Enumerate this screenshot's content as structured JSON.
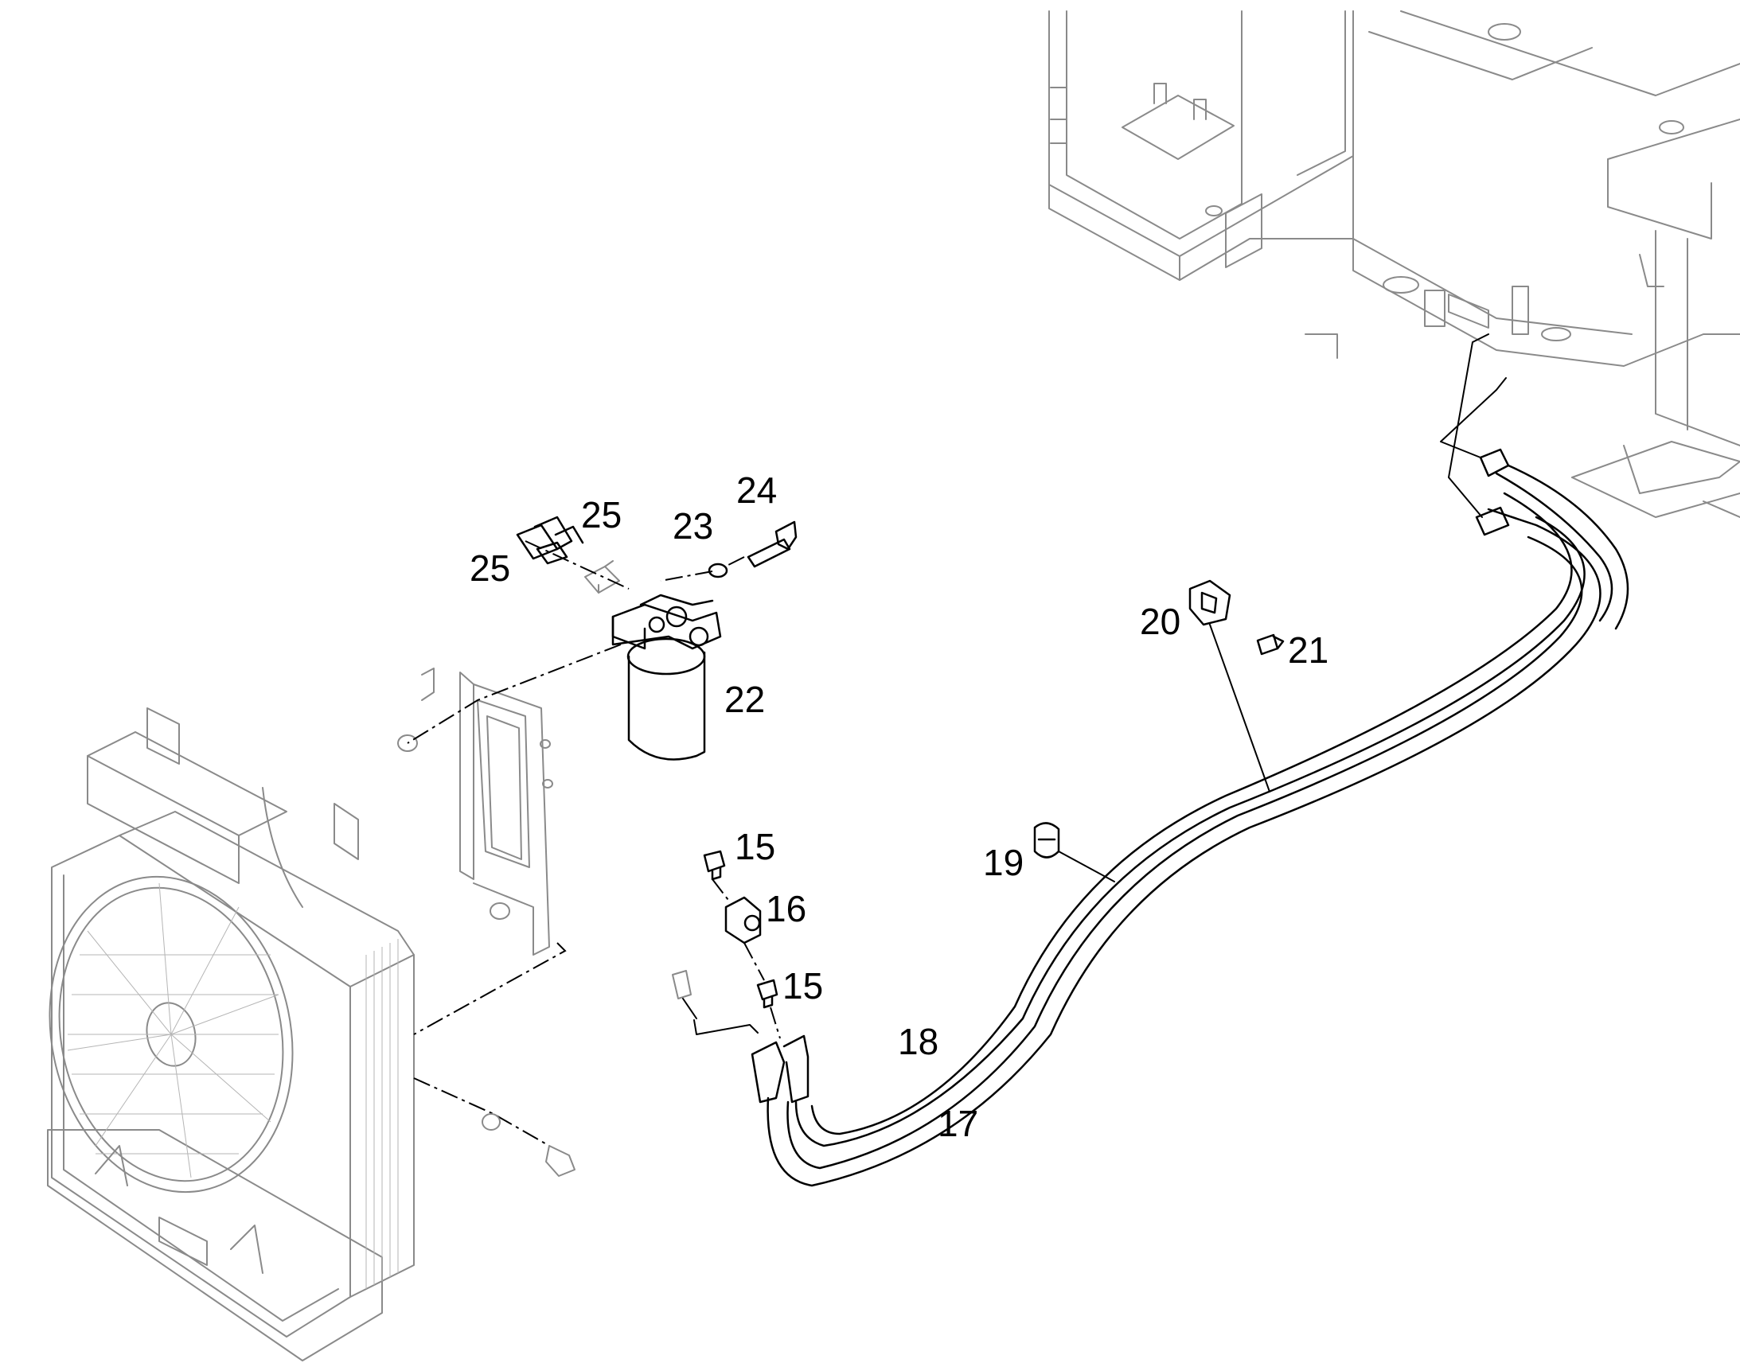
{
  "callouts": {
    "c15a": "15",
    "c15b": "15",
    "c16": "16",
    "c17": "17",
    "c18": "18",
    "c19": "19",
    "c20": "20",
    "c21": "21",
    "c22": "22",
    "c23": "23",
    "c24": "24",
    "c25a": "25",
    "c25b": "25"
  },
  "colors": {
    "line": "#000000",
    "context_parts": "#8a8a8a",
    "background": "#ffffff"
  }
}
